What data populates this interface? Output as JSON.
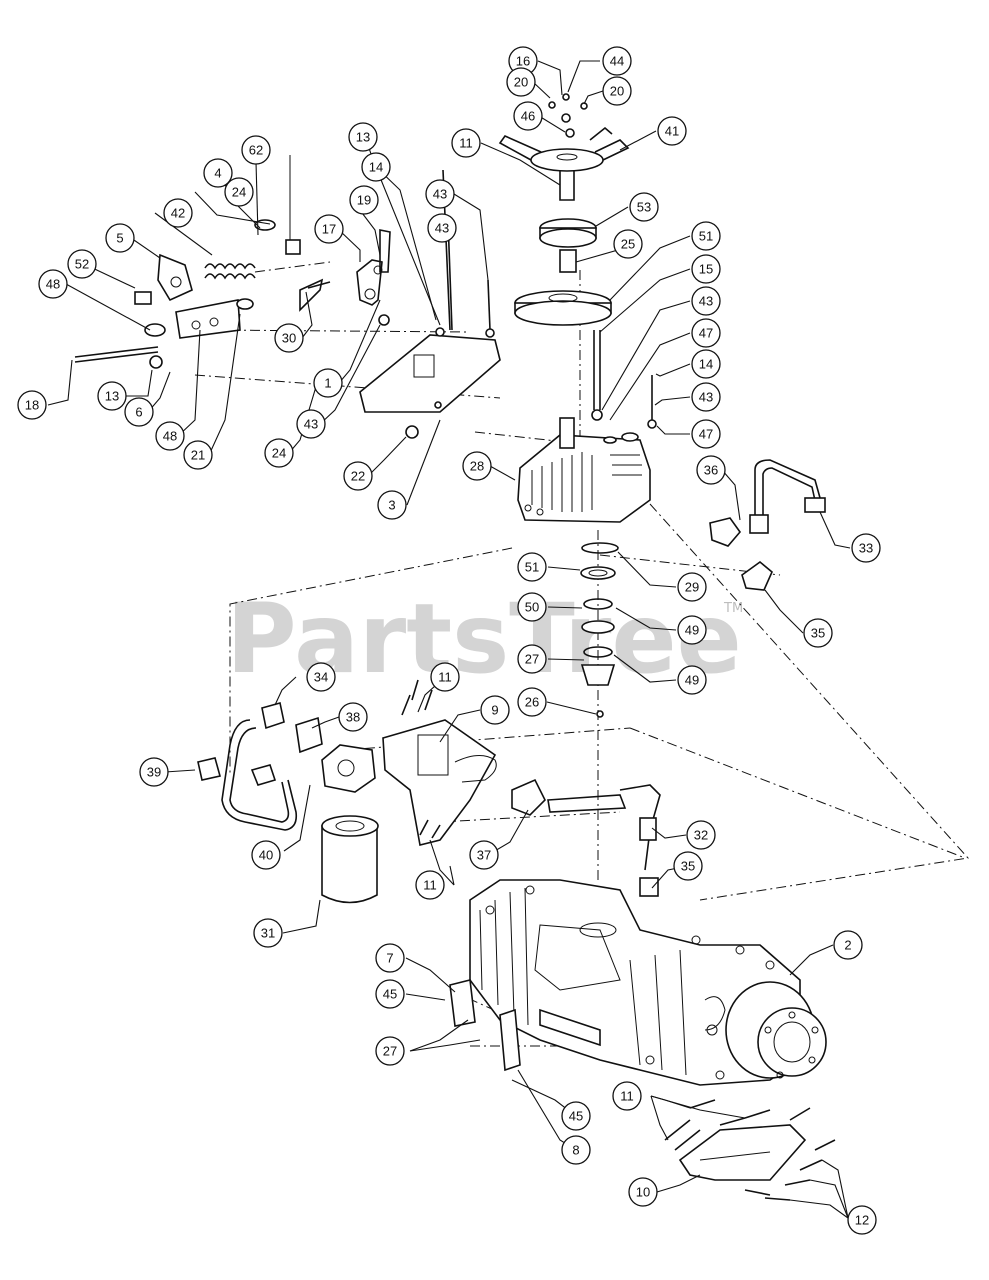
{
  "watermark": {
    "text": "PartsTree",
    "tm": "TM"
  },
  "callouts": [
    "16",
    "44",
    "20",
    "20",
    "46",
    "41",
    "11",
    "53",
    "25",
    "51",
    "15",
    "43",
    "47",
    "14",
    "43",
    "47",
    "36",
    "33",
    "62",
    "4",
    "24",
    "42",
    "5",
    "52",
    "48",
    "17",
    "19",
    "13",
    "43",
    "14",
    "43",
    "30",
    "1",
    "18",
    "13",
    "6",
    "48",
    "21",
    "43",
    "24",
    "22",
    "3",
    "28",
    "51",
    "29",
    "50",
    "49",
    "27",
    "49",
    "26",
    "35",
    "34",
    "11",
    "9",
    "38",
    "39",
    "40",
    "37",
    "32",
    "31",
    "11",
    "35",
    "2",
    "7",
    "45",
    "27",
    "45",
    "8",
    "11",
    "10",
    "12"
  ]
}
